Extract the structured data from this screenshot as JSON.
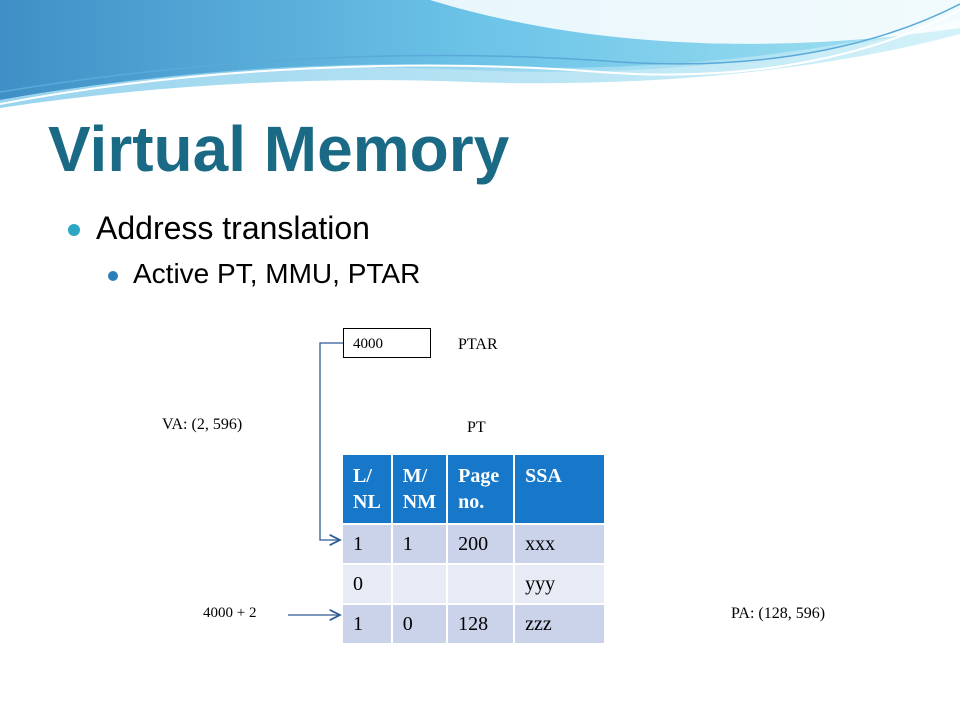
{
  "slide": {
    "title": "Virtual Memory",
    "bullets": [
      {
        "text": "Address translation",
        "level": 1
      },
      {
        "text": "Active PT, MMU, PTAR",
        "level": 2
      }
    ]
  },
  "diagram": {
    "ptar_value": "4000",
    "ptar_label": "PTAR",
    "va_label": "VA: (2, 596)",
    "pt_label": "PT",
    "index_label": "4000 + 2",
    "pa_label": "PA: (128, 596)",
    "table": {
      "headers": [
        "L/ NL",
        "M/ NM",
        "Page no.",
        "SSA"
      ],
      "rows": [
        [
          "1",
          "1",
          "200",
          "xxx"
        ],
        [
          "0",
          "",
          "",
          "yyy"
        ],
        [
          "1",
          "0",
          "128",
          "zzz"
        ]
      ]
    }
  },
  "colors": {
    "title": "#1a6985",
    "table_header": "#1777c9",
    "row_dark": "#cbd3ea",
    "row_light": "#e7ebf5",
    "arrow": "#2e5b95"
  }
}
